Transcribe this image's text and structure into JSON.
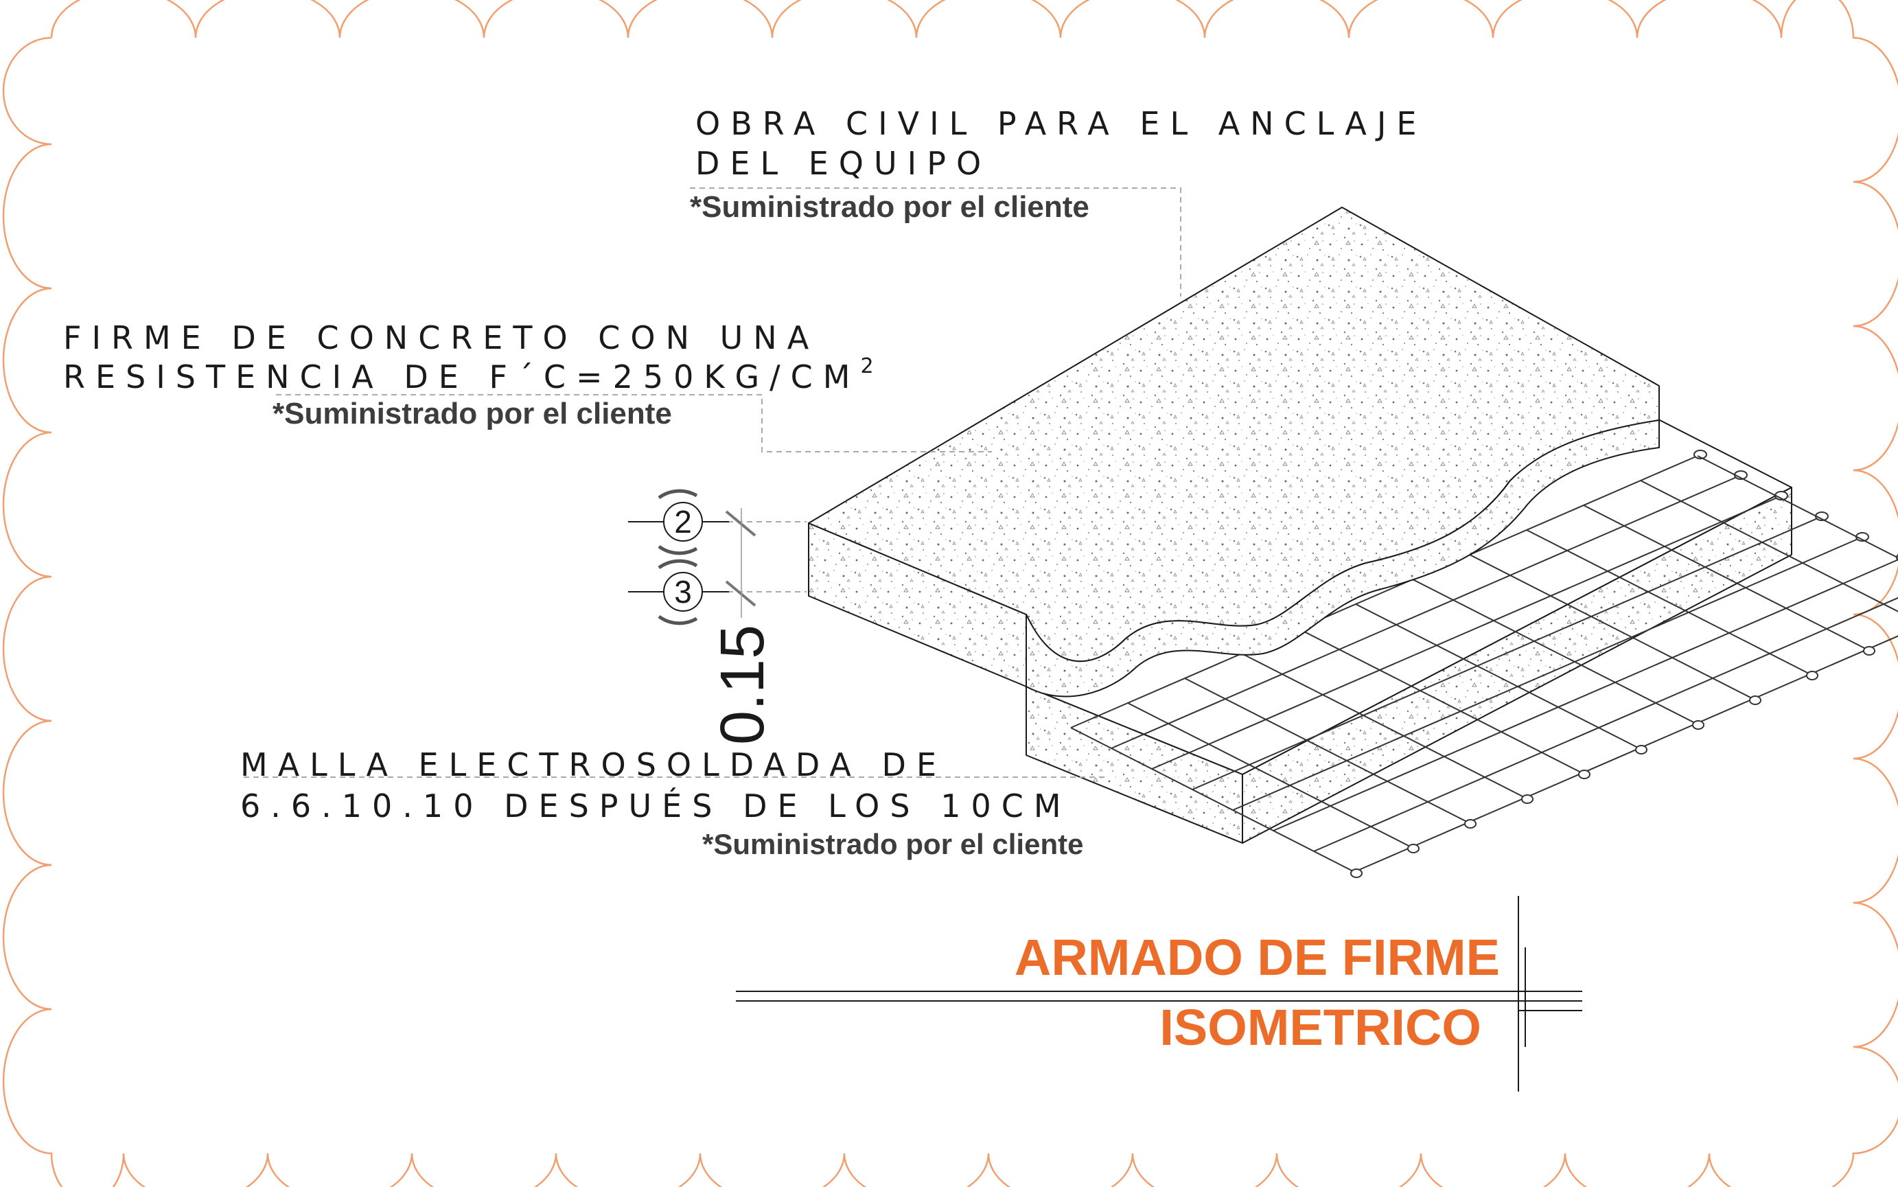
{
  "labels": {
    "obra_line1": "OBRA CIVIL PARA EL ANCLAJE",
    "obra_line2": "DEL EQUIPO",
    "obra_note": "*Suministrado por el cliente",
    "firme_line1": "FIRME DE CONCRETO CON UNA",
    "firme_line2": "RESISTENCIA DE F´C=250KG/CM",
    "firme_sup": "2",
    "firme_note": "*Suministrado por el cliente",
    "malla_line1": "MALLA ELECTROSOLDADA DE",
    "malla_line2": "6.6.10.10 DESPUÉS DE LOS 10CM",
    "malla_note": "*Suministrado por el cliente"
  },
  "markers": [
    "2",
    "3"
  ],
  "dimension": "0.15",
  "title": {
    "main": "ARMADO DE FIRME",
    "sub": "ISOMETRICO"
  },
  "colors": {
    "accent": "#ec6d2a",
    "cloud": "#f0a070",
    "ink": "#1a1a1a",
    "note": "#3d3d3d"
  }
}
